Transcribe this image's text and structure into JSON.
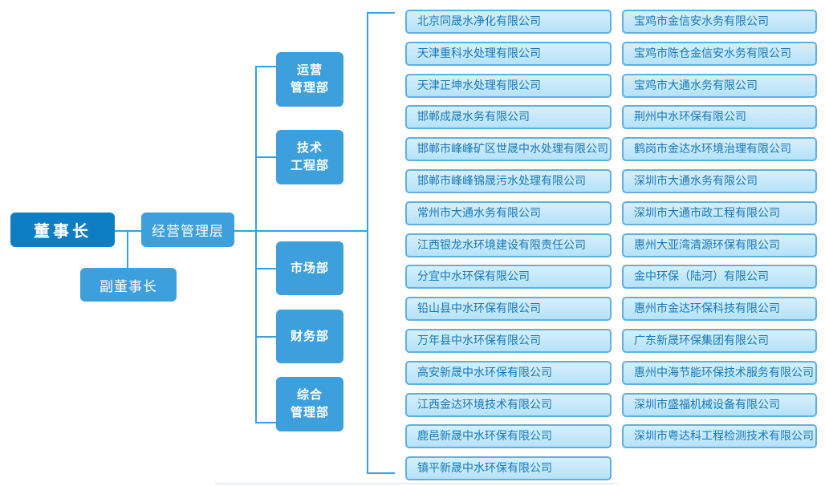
{
  "colors": {
    "primary_dark": "#0e7dc2",
    "primary": "#3da0dc",
    "connector": "#3b9fdb",
    "company_fill_top": "#d7effb",
    "company_fill_bottom": "#b5e2f8",
    "company_border": "#5fb0e0",
    "company_text": "#1679ba"
  },
  "org": {
    "chairman": "董事长",
    "vice_chairman": "副董事长",
    "management": "经营管理层"
  },
  "departments": [
    "运营\n管理部",
    "技术\n工程部",
    "市场部",
    "财务部",
    "综合\n管理部"
  ],
  "companies": {
    "left": [
      "北京同晟水净化有限公司",
      "天津重科水处理有限公司",
      "天津正坤水处理有限公司",
      "邯郸成晟水务有限公司",
      "邯郸市峰峰矿区世晟中水处理有限公司",
      "邯郸市峰峰锦晟污水处理有限公司",
      "常州市大通水务有限公司",
      "江西银龙水环境建设有限责任公司",
      "分宜中水环保有限公司",
      "铅山县中水环保有限公司",
      "万年县中水环保有限公司",
      "高安新晟中水环保有限公司",
      "江西金达环境技术有限公司",
      "鹿邑新晟中水环保有限公司",
      "镇平新晟中水环保有限公司"
    ],
    "right": [
      "宝鸡市金信安水务有限公司",
      "宝鸡市陈仓金信安水务有限公司",
      "宝鸡市大通水务有限公司",
      "荆州中水环保有限公司",
      "鹤岗市金达水环境治理有限公司",
      "深圳市大通水务有限公司",
      "深圳市大通市政工程有限公司",
      "惠州大亚湾清源环保有限公司",
      "金中环保（陆河）有限公司",
      "惠州市金达环保科技有限公司",
      "广东新晟环保集团有限公司",
      "惠州中海节能环保技术服务有限公司",
      "深圳市盛福机械设备有限公司",
      "深圳市粤达科工程检测技术有限公司"
    ]
  }
}
